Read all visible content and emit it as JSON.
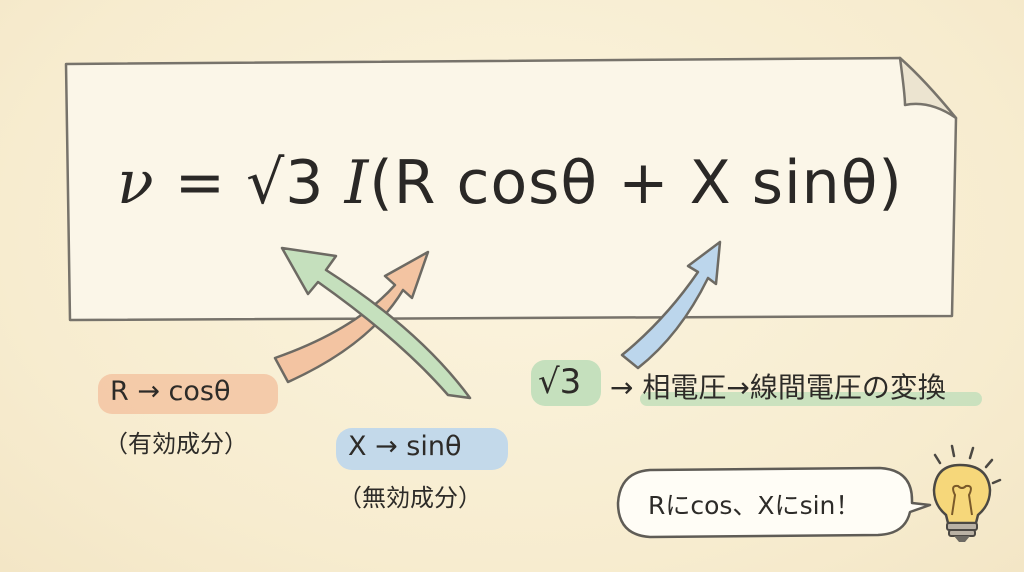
{
  "formula": {
    "v": "ν",
    "eq": "=",
    "sqrt3": "√3",
    "I": "I",
    "open": "(",
    "r_cos": "R cosθ",
    "plus": "+",
    "x_sin": "X sinθ",
    "close": ")"
  },
  "annotations": {
    "r_label": "R → cosθ",
    "r_sub": "（有効成分）",
    "x_label": "X → sinθ",
    "x_sub": "（無効成分）",
    "sqrt_label": "√3",
    "sqrt_desc": "→ 相電圧→線間電圧の変換"
  },
  "bubble": {
    "text": "Rにcos、Xにsin！"
  },
  "colors": {
    "orange": "#f3c4a2",
    "green": "#c5e0bd",
    "blue": "#bcd6ec",
    "paper": "#fbf6e8",
    "outline": "#6d6a63"
  }
}
